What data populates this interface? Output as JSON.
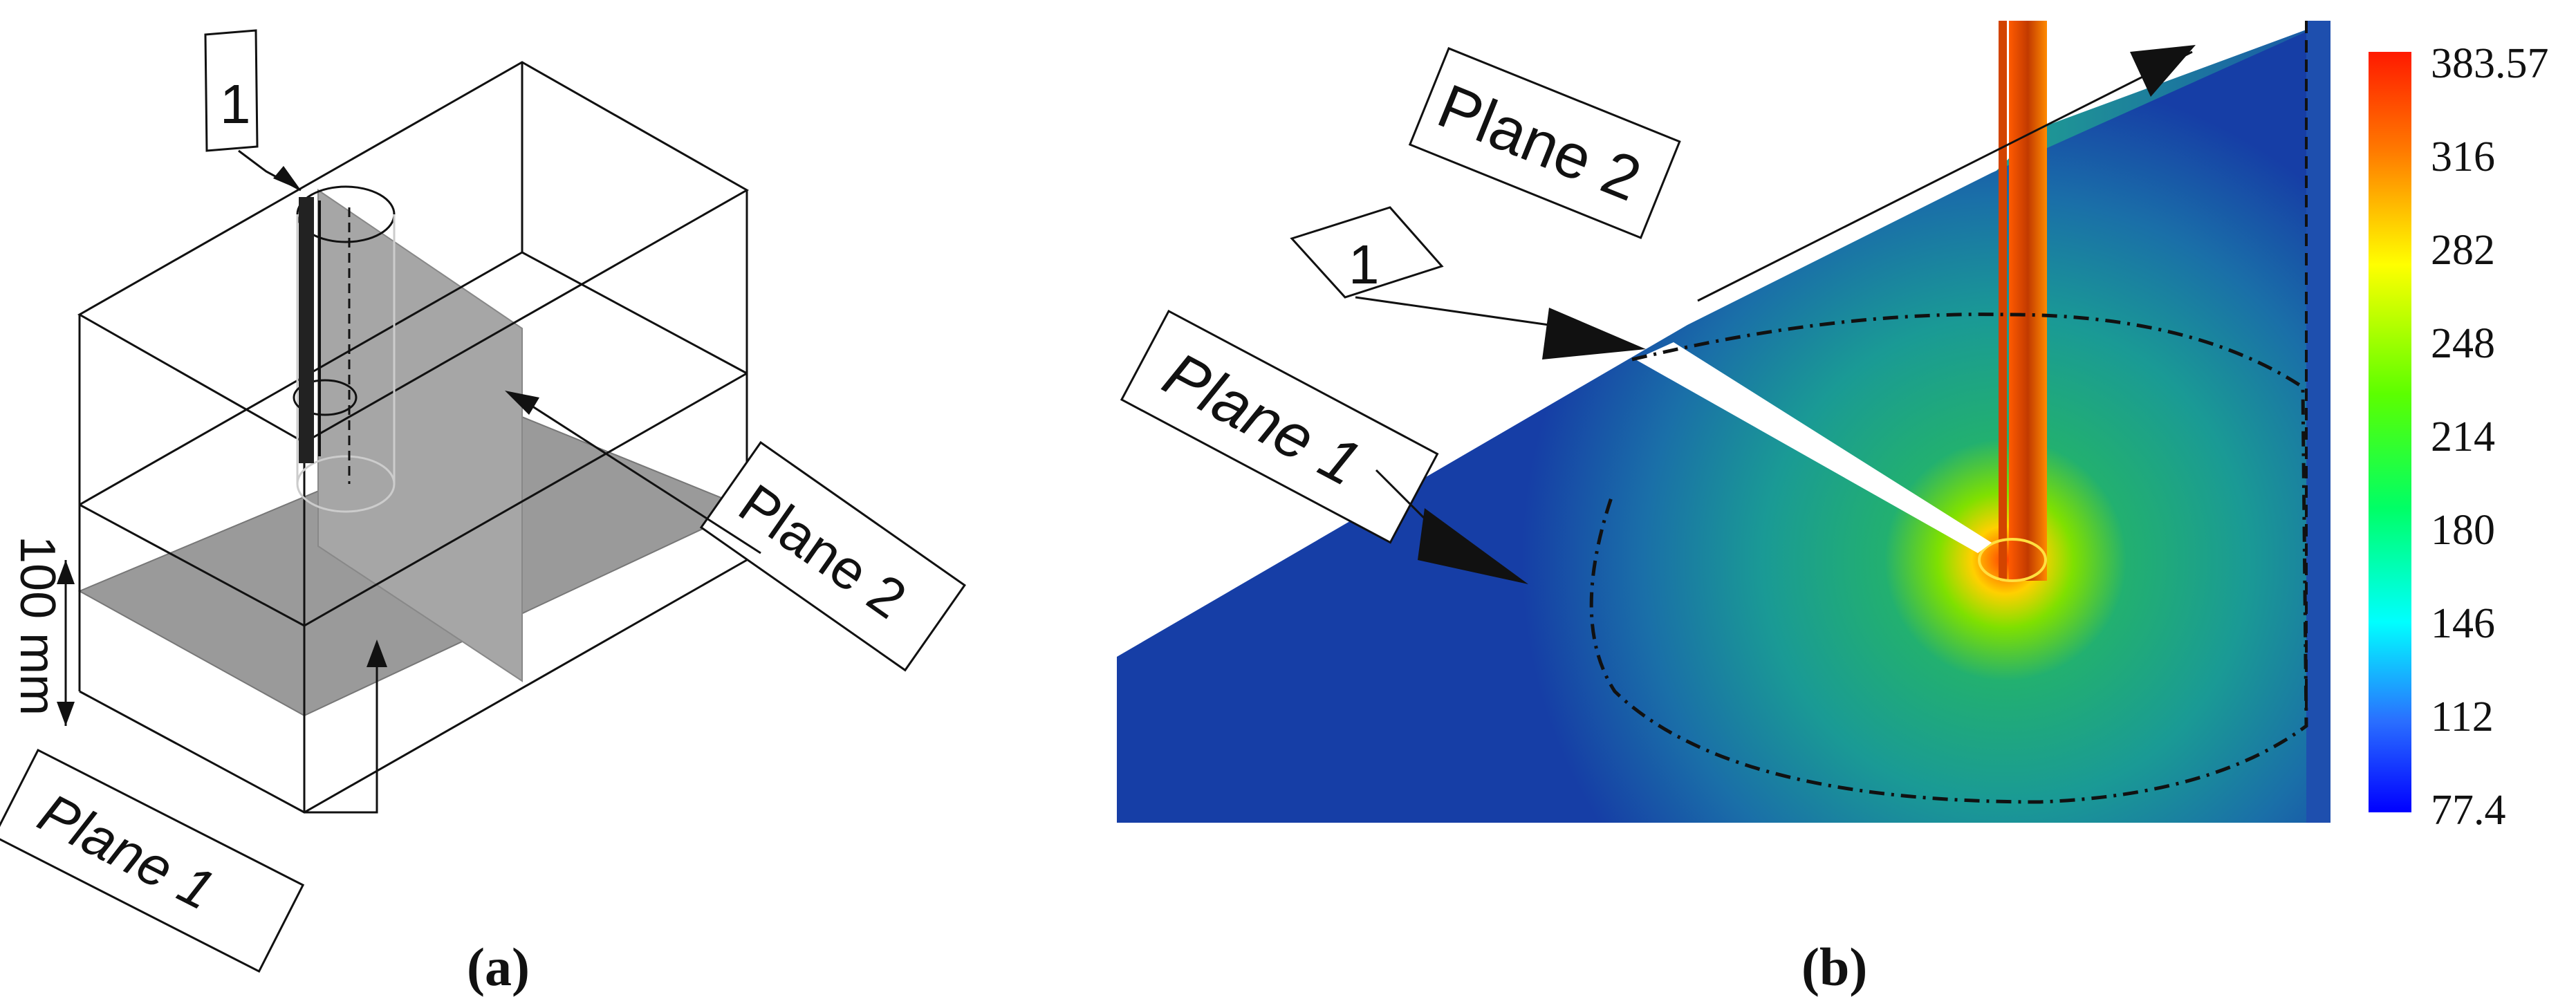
{
  "panel_a": {
    "marker": "1",
    "plane1": "Plane 1",
    "plane2": "Plane 2",
    "dimension": "100 mm",
    "caption": "(a)"
  },
  "panel_b": {
    "marker": "1",
    "plane1": "Plane 1",
    "plane2": "Plane 2",
    "caption": "(b)",
    "colorbar": {
      "min": 77.4,
      "max": 383.57,
      "ticks": [
        "383.57",
        "316",
        "282",
        "248",
        "214",
        "180",
        "146",
        "112",
        "77.4"
      ],
      "colors": [
        "#ff1a00",
        "#ff8c00",
        "#ffff00",
        "#7fff00",
        "#00ff55",
        "#00e0a0",
        "#00ffff",
        "#2a7fff",
        "#0000ff"
      ]
    }
  },
  "colors": {
    "plane_fill": "#9a9a9a",
    "field_low": "#1030a0",
    "field_mid": "#1a9a8a",
    "field_high": "#ff2a00"
  }
}
